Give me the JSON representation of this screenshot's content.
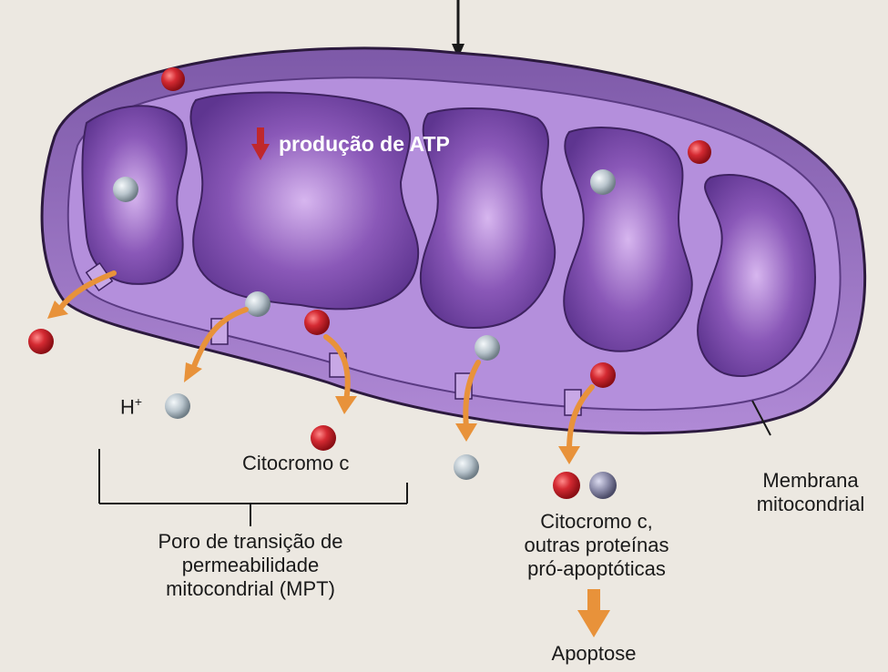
{
  "labels": {
    "atp_production": "produção de ATP",
    "hydrogen_ion": "H",
    "hydrogen_sup": "+",
    "cytochrome_c": "Citocromo c",
    "mpt": [
      "Poro de transição de",
      "permeabilidade",
      "mitocondrial (MPT)"
    ],
    "membrane": [
      "Membrana",
      "mitocondrial"
    ],
    "released": [
      "Citocromo c,",
      "outras proteínas",
      "pró-apoptóticas"
    ],
    "apoptosis": "Apoptose"
  },
  "colors": {
    "background": "#ece8e1",
    "outer_membrane": "#9a72c2",
    "inner_compartment": "#7a4aa6",
    "crista": "#b48fdc",
    "cytochrome_c": "#c8202a",
    "h_ion": "#b8c4cc",
    "other_protein": "#8a8aa8",
    "release_arrow": "#e8923a",
    "atp_arrow": "#c0282c"
  },
  "icons": {
    "atp_arrow": "down-arrow-icon",
    "apoptosis_arrow": "down-arrow-icon"
  }
}
